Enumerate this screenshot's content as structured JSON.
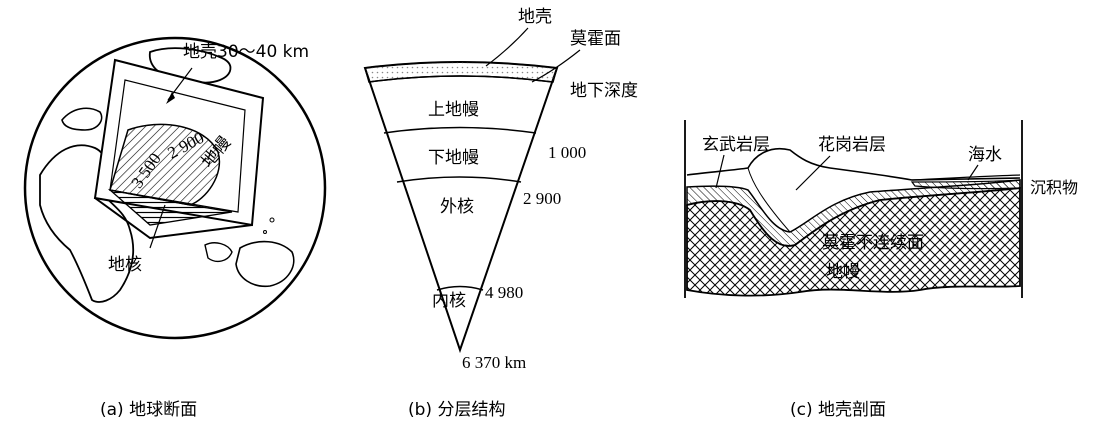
{
  "panel_a": {
    "crust_label": "地壳30～40 km",
    "mantle_depth": "2 900",
    "mantle_label": "地幔",
    "core_depth": "3 500",
    "core_label": "地核",
    "caption": "(a) 地球断面"
  },
  "panel_b": {
    "crust_label": "地壳",
    "moho_label": "莫霍面",
    "depth_label": "地下深度",
    "upper_mantle": "上地幔",
    "lower_mantle": "下地幔",
    "outer_core": "外核",
    "inner_core": "内核",
    "depth_1000": "1 000",
    "depth_2900": "2 900",
    "depth_4980": "4 980",
    "depth_6370": "6 370 km",
    "caption": "(b) 分层结构"
  },
  "panel_c": {
    "basalt_label": "玄武岩层",
    "granite_label": "花岗岩层",
    "seawater_label": "海水",
    "sediment_label": "沉积物",
    "moho_label": "莫霍不连续面",
    "mantle_label": "地幔",
    "caption": "(c) 地壳剖面"
  }
}
